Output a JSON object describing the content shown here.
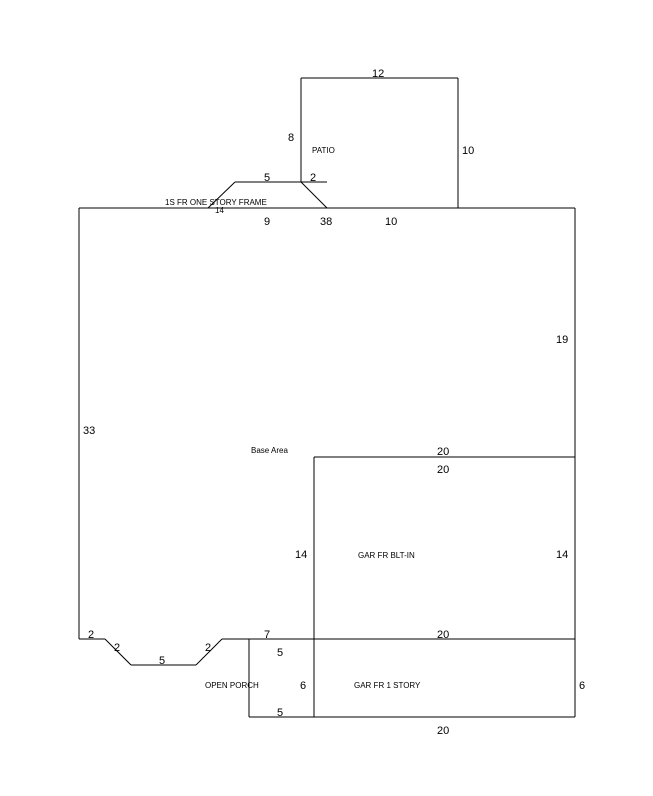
{
  "diagram": {
    "areas": {
      "patio": "PATIO",
      "one_story_frame": "1S FR  ONE STORY FRAME",
      "base_area": "Base Area",
      "garage_built_in": "GAR FR BLT-IN",
      "garage_one_story": "GAR FR 1 STORY",
      "open_porch": "OPEN PORCH"
    },
    "dimensions": {
      "patio_top": "12",
      "patio_left": "8",
      "patio_right": "10",
      "frame_top": "5",
      "frame_small": "2",
      "frame_bottom": "14",
      "base_top_a": "9",
      "base_top_b": "38",
      "base_top_c": "10",
      "base_right": "19",
      "base_left": "33",
      "garage_top_upper": "20",
      "garage_top_lower": "20",
      "garage_left": "14",
      "garage_right": "14",
      "garage_bottom": "20",
      "bay_seg_1": "2",
      "bay_seg_2": "2",
      "bay_seg_3": "5",
      "bay_seg_4": "2",
      "porch_top": "7",
      "porch_inner_top": "5",
      "porch_inner_bottom": "5",
      "porch_right": "6",
      "garage2_right": "6",
      "garage2_bottom": "20"
    }
  }
}
